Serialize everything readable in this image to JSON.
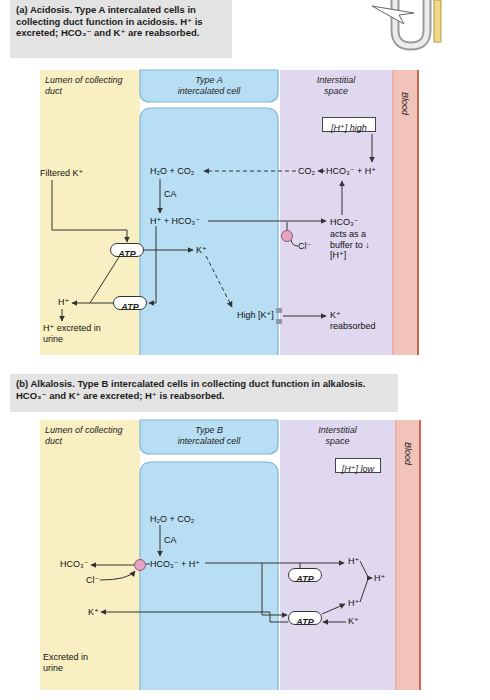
{
  "diagram": {
    "nodes": [
      {
        "text": [
          "(a) Acidosis. Type A intercalated cells in collecting duct function in acidosis. H⁺ is excreted; HCO₃⁻ and K⁺ are reabsorbed."
        ]
      },
      {
        "text": [
          "Lumen of collecting duct"
        ]
      },
      {
        "text": [
          "Type A intercalated cell"
        ]
      },
      {
        "text": [
          "ATP"
        ],
        "in": 2
      },
      {
        "text": [
          "ATP"
        ],
        "in": 2
      },
      {
        "text": [
          "Interstitial space"
        ]
      },
      {
        "text": [
          "[H⁺] high"
        ],
        "in": 5
      },
      {
        "text": [
          "Blood"
        ]
      },
      {
        "text": [
          "(b) Alkalosis. Type B intercalated cells in collecting duct function in alkalosis. HCO₃⁻ and K⁺ are excreted; H⁺ is reabsorbed."
        ]
      },
      {
        "text": [
          "Lumen of collecting duct"
        ]
      },
      {
        "text": [
          "Type B intercalated cell"
        ]
      },
      {
        "text": [
          "Interstitial space"
        ]
      },
      {
        "text": [
          "[H⁺] low"
        ],
        "in": 11
      },
      {
        "text": [
          "ATP"
        ],
        "in": 11
      },
      {
        "text": [
          "ATP"
        ],
        "in": 11
      },
      {
        "text": [
          "Blood"
        ]
      }
    ],
    "labels": [
      "Filtered K⁺",
      "H₂O + CO₂",
      "CA",
      "H⁺ + HCO₃⁻",
      "K⁺",
      "CO₂",
      "HCO₃⁻ + H⁺",
      "HCO₃⁻",
      "acts as a buffer to ↓ [H⁺]",
      "Cl⁻",
      "H⁺",
      "High [K⁺]",
      "K⁺ reabsorbed",
      "H⁺ excreted in urine",
      "H₂O + CO₂",
      "CA",
      "HCO₃⁻",
      "HCO₃⁻ + H⁺",
      "Cl⁻",
      "K⁺",
      "H⁺",
      "H⁺",
      "H⁺",
      "K⁺",
      "Excreted in urine"
    ]
  }
}
